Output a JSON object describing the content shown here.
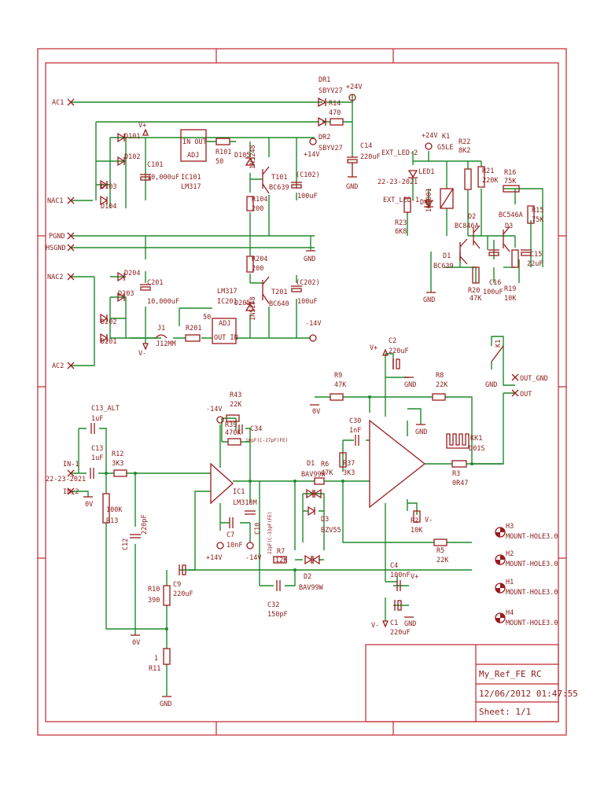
{
  "title_block": {
    "name": "My_Ref_FE RC",
    "date": "12/06/2012 01:47:55",
    "sheet": "Sheet: 1/1"
  },
  "colors": {
    "wire": "#1f8a2a",
    "part": "#9b1b1b",
    "text": "#8b1a1a",
    "frame": "#c1272d"
  },
  "connectors": {
    "ac1": "AC1",
    "nac1": "NAC1",
    "pgnd": "PGND",
    "hsgnd": "HSGND",
    "nac2": "NAC2",
    "ac2": "AC2",
    "ext_led2": "EXT_LED-2",
    "ext_led1": "EXT_LED-1",
    "led_part": "22-23-2021",
    "in1": "IN-1",
    "in_part": "22-23-2021",
    "in2": "IN-2",
    "out_gnd": "OUT_GND",
    "out": "OUT"
  },
  "psu": {
    "dr1": "DR1",
    "dr1_v": "SBYV27",
    "dr2": "DR2",
    "dr2_v": "SBYV27",
    "r14": "R14",
    "r14_v": "470",
    "c14": "C14",
    "c14_v": "220uF",
    "d101": "D101",
    "d102": "D102",
    "d103": "D103",
    "d104": "D104",
    "d201": "D201",
    "d202": "D202",
    "d203": "D203",
    "d204": "D204",
    "c101": "C101",
    "c101_v": "10,000uF",
    "c201": "C201",
    "c201_v": "10,000uF",
    "ic101_in": "IN OUT",
    "ic101_adj": "ADJ",
    "ic101": "IC101",
    "ic101_v": "LM317",
    "r101": "R101",
    "r101_v": "50",
    "d105": "D105",
    "d105_v": "1N5248",
    "t101": "T101",
    "t101_v": "BC639",
    "c102": "(C102)",
    "c102_v": "100uF",
    "r104": "R104",
    "r104_v": "200",
    "r204": "R204",
    "r204_v": "200",
    "d205": "D205",
    "d205_v": "1N5248",
    "t201": "T201",
    "t201_v": "BC640",
    "c202": "(C202)",
    "c202_v": "100uF",
    "ic201": "IC201",
    "ic201_v": "LM317",
    "ic201_adj": "ADJ",
    "ic201_io": "OUT IN",
    "r201": "R201",
    "r201_v": "50",
    "j1": "J1",
    "j1_v": "J12MM",
    "vplus": "V+",
    "vminus": "V-",
    "p14": "+14V",
    "m14": "-14V",
    "p24": "+24V"
  },
  "relay": {
    "p24": "+24V",
    "k1": "K1",
    "k1_v": "G5LE",
    "r22": "R22",
    "r22_v": "8K2",
    "led1": "LED1",
    "d4": "D4",
    "d4_v": "1N4001",
    "r23": "R23",
    "r23_v": "6K8",
    "r21": "R21",
    "r21_v": "220K",
    "r16": "R16",
    "r16_v": "75K",
    "d2": "D2",
    "d2_v": "BC846A",
    "d3": "D3",
    "d3_v": "BC546A",
    "r15": "R15",
    "r15_v": "75K",
    "d1": "D1",
    "d1_v": "BC639",
    "c15": "C15",
    "c15_v": "22uF",
    "r20": "R20",
    "r20_v": "47K",
    "c16": "C16",
    "c16_v": "100uF",
    "r19": "R19",
    "r19_v": "10K",
    "k1_sw": "K1"
  },
  "amp": {
    "c13alt": "C13_ALT",
    "c13alt_v": "1uF",
    "c13": "C13",
    "c13_v": "1uF",
    "r12": "R12",
    "r12_v": "3K3",
    "r13": "R13",
    "r13_v": "100K",
    "c12": "C12",
    "c12_v": "220pF",
    "m14a": "-14V",
    "r43": "R43",
    "r43_v": "22K",
    "r39": "R39",
    "r39_v": "470K",
    "c34": "C34",
    "c34_v": "10pF(C-27pF(FE)",
    "ic1": "IC1",
    "ic1_v": "LM318M",
    "c7": "C7",
    "c7_v": "10nF",
    "c10": "C10",
    "c10_v": "22pF(C-33pF(FE)",
    "p14a": "+14V",
    "m14b": "-14V",
    "r10": "R10",
    "r10_v": "390",
    "c9": "C9",
    "c9_v": "220uF",
    "r11": "R11",
    "r11_v": "1",
    "d1": "D1",
    "d1_v": "BAV99W",
    "d2": "D2",
    "d2_v": "BAV99W",
    "d3": "D3",
    "d3_v": "BZV55",
    "r6": "R6",
    "r6_v": "47K",
    "r37": "R37",
    "r37_v": "3K3",
    "r7": "R7",
    "r7_v": "12K",
    "c32": "C32",
    "c32_v": "150pF",
    "r9": "R9",
    "r9_v": "47K",
    "c30": "C30",
    "c30_v": "1nF",
    "c2": "C2",
    "c2_v": "220uF",
    "r8": "R8",
    "r8_v": "22K",
    "kk1": "KK1",
    "kk1_v": "D01S",
    "r3": "R3",
    "r3_v": "0R47",
    "r2": "R2",
    "r2_v": "10K",
    "r5": "R5",
    "r5_v": "22K",
    "c4": "C4",
    "c4_v": "100nF",
    "c1": "C1",
    "c1_v": "220uF",
    "vplus": "V+",
    "vminus": "V-",
    "zero": "0V"
  },
  "gnd": "GND",
  "holes": [
    {
      "ref": "H3",
      "v": "MOUNT-HOLE3.0"
    },
    {
      "ref": "H2",
      "v": "MOUNT-HOLE3.0"
    },
    {
      "ref": "H1",
      "v": "MOUNT-HOLE3.0"
    },
    {
      "ref": "H4",
      "v": "MOUNT-HOLE3.0"
    }
  ]
}
